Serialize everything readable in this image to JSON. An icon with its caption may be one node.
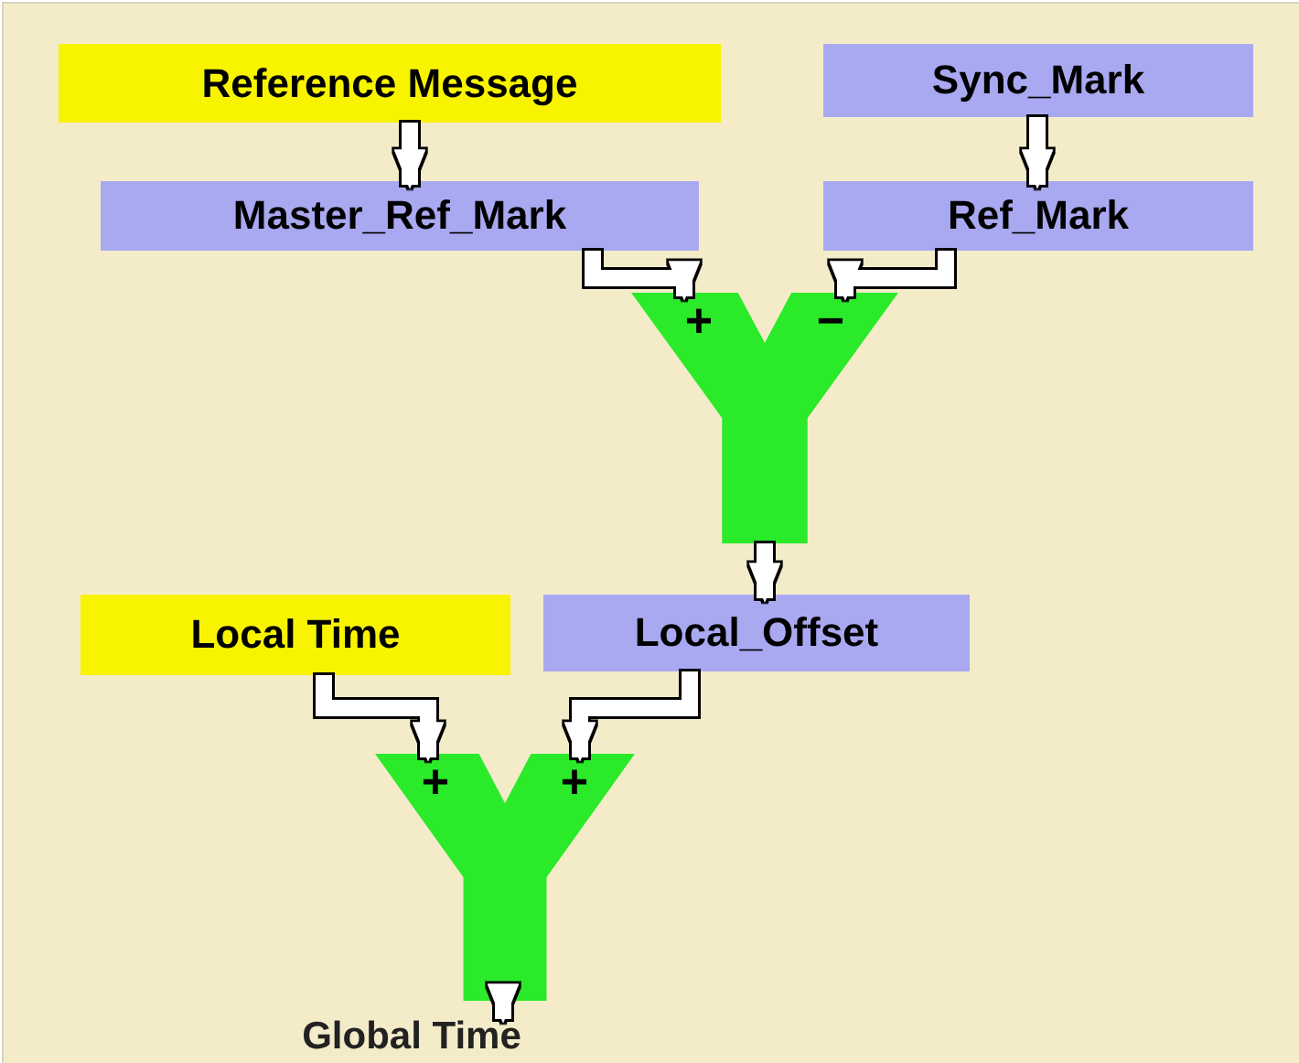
{
  "diagram": {
    "nodes": [
      {
        "text": [
          "Reference Message"
        ]
      },
      {
        "text": [
          "Sync_Mark"
        ]
      },
      {
        "text": [
          "Master_Ref_Mark"
        ]
      },
      {
        "text": [
          "Ref_Mark"
        ]
      },
      {
        "text": [
          "+",
          "−"
        ]
      },
      {
        "text": [
          "Local Time"
        ]
      },
      {
        "text": [
          "Local_Offset"
        ]
      },
      {
        "text": [
          "+",
          "+"
        ]
      },
      {
        "text": [
          "Global Time"
        ]
      }
    ],
    "edges": [
      {
        "from": 0,
        "to": 2,
        "arrow": "to"
      },
      {
        "from": 1,
        "to": 3,
        "arrow": "to"
      },
      {
        "from": 2,
        "to": 4,
        "arrow": "to"
      },
      {
        "from": 3,
        "to": 4,
        "arrow": "to"
      },
      {
        "from": 4,
        "to": 6,
        "arrow": "to"
      },
      {
        "from": 5,
        "to": 7,
        "arrow": "to"
      },
      {
        "from": 6,
        "to": 7,
        "arrow": "to"
      },
      {
        "from": 7,
        "to": 8,
        "arrow": "to"
      }
    ]
  }
}
